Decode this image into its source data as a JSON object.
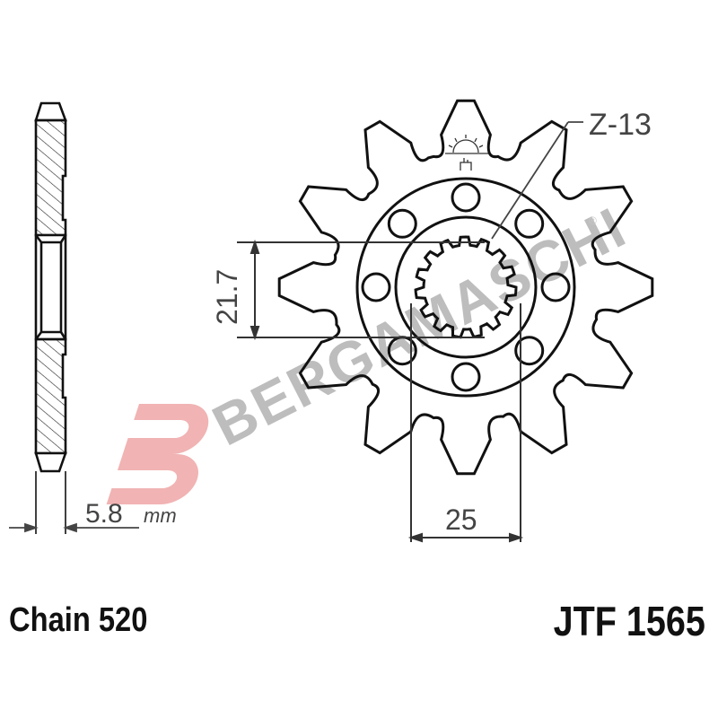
{
  "drawing": {
    "teeth_label": "Z-13",
    "thickness_value": "5.8",
    "thickness_unit": "mm",
    "spline_diameter": "21.7",
    "bolt_span": "25",
    "chain_label": "Chain 520",
    "part_number": "JTF 1565"
  },
  "watermark": {
    "text": "BERGAMASCHI",
    "logo_letter": "B",
    "trademark": "®",
    "logo_color": "#e88a8a",
    "text_color": "#b8b8b8"
  },
  "colors": {
    "line": "#111111",
    "dimension": "#444444",
    "background": "#ffffff"
  }
}
